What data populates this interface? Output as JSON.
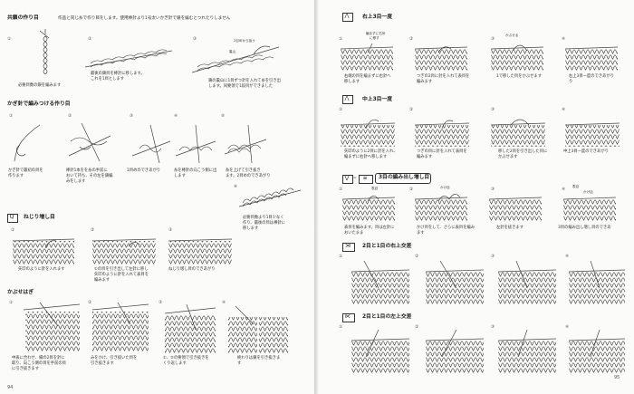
{
  "left_page": {
    "page_number": "94",
    "sec1": {
      "title": "共鎖の作り目",
      "desc": "作品と同じ糸で作り目をします。使用棒針より1号太いかぎ針で鎖を編むとつれたりしません",
      "s1": "①",
      "s2": "②",
      "s3": "③",
      "c1": "必要目数の鎖を編みます",
      "c2a": "最後の鎖目を棒針に移します。",
      "c2b": "これを1目とします",
      "c3a": "鎖の裏山に1目ずつ針を入れて糸を引き出",
      "c3b": "します。同要領で1段目ができました",
      "tag_rear": "裏山",
      "tag_pull": "2目めから拾う"
    },
    "sec2": {
      "title": "かぎ針で編みつける作り目",
      "s1": "①",
      "s2": "②",
      "s3": "③",
      "s4": "④",
      "s5": "⑤",
      "s6": "⑥",
      "c1a": "かぎ針で最初の目を",
      "c1b": "作ります",
      "c2a": "棒針1本をを糸の手前に",
      "c2b": "おいて持ち、その左を鎖編",
      "c2c": "みをします",
      "c3": "1目めのできあがり",
      "c4a": "糸を棒針の向こう側に出",
      "c4b": "します",
      "c5a": "糸を上げて引き抜き",
      "c5b": "ます。2目めのできあがり",
      "c6a": "必要目数より1目少なく",
      "c6b": "作り、最後の目は棒針に",
      "c6c": "移します"
    },
    "sec3": {
      "icon": "Q",
      "title": "ねじり増し目",
      "s1": "①",
      "s2": "②",
      "s3": "③",
      "c1": "矢印のように針を入れます",
      "c2a": "①の目を引き出して左針に移し",
      "c2b": "矢印のように針を入れて表目を",
      "c2c": "編みます",
      "c3": "ねじり増し目のできあがり"
    },
    "sec4": {
      "title": "かぶせはぎ",
      "s1": "①",
      "s2": "②",
      "s3": "③",
      "s4": "④",
      "c1a": "中表に合わせ、縁の2目を針に",
      "c1b": "取り、向こう側の目を手前の目",
      "c1c": "に引き抜きます",
      "c2a": "みをかけ、引き抜いた目を",
      "c2b": "引き抜きます",
      "c3a": "①、②の要領で引き抜きを",
      "c3b": "くり返します",
      "c4a": "終わりは鎖を引き抜きま",
      "c4b": "す"
    }
  },
  "right_page": {
    "page_number": "95",
    "sec1": {
      "icon": "⋀",
      "title": "右上3目一度",
      "s1": "①",
      "s2": "②",
      "s3": "③",
      "s4": "④",
      "tag1a": "編まずに右針",
      "tag1b": "に移す",
      "tag2": "かぶせる",
      "c1a": "右端の目を編まずに右針へ",
      "c1b": "移します",
      "c2a": "つぎの2目に針を入れて表目を",
      "c2b": "編みます",
      "c3": "1で移した目をかぶせます",
      "c4a": "右上3目一度のできあがり",
      "c4b": "り"
    },
    "sec2": {
      "icon": "⋀",
      "title": "中上3目一度",
      "s1": "①",
      "s2": "②",
      "s3": "③",
      "s4": "④",
      "c1a": "矢印のように2目に針を入れ、",
      "c1b": "編まずに右針へ移します",
      "c2a": "つぎの目に針を入れて表目を",
      "c2b": "編みます",
      "c3a": "移した2目を引き出した目に",
      "c3b": "かぶせます",
      "c4": "中上3目一度のできあがり"
    },
    "sec3": {
      "icon_a": "⋁",
      "icon_b": "≡",
      "title": "3目の編み出し増し目",
      "s1": "①",
      "s2": "②",
      "s3": "③",
      "s4": "④",
      "tag1": "表目",
      "tag2": "かけ目",
      "tag3a": "表目",
      "tag3b": "かけ目",
      "c1a": "表目を編みます。目は左針に",
      "c1b": "おいたまま",
      "c2a": "かけ目をして、さらに表目を編み",
      "c2b": "ます",
      "c3": "左針を抜きます",
      "c4": "3目の編み出し増し目のできあ"
    },
    "sec4": {
      "icon": "⋊",
      "title": "2目と1目の右上交差",
      "s1": "①",
      "s2": "②",
      "s3": "③",
      "s4": "④"
    },
    "sec5": {
      "icon": "⋉",
      "title": "2目と1目の左上交差",
      "s1": "①",
      "s2": "②",
      "s3": "③",
      "s4": "④"
    }
  }
}
